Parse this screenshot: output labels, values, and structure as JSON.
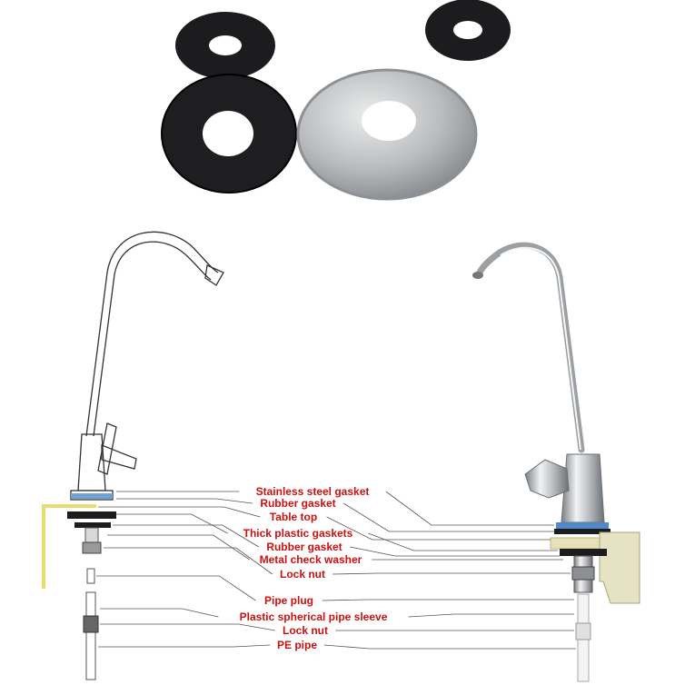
{
  "colors": {
    "label_text": "#cc1111",
    "leader_line": "#555555",
    "rubber": "#1c1c1e",
    "steel": "#b4b6b8",
    "table_top": "#e8dc70",
    "bracket": "#e6e2c4"
  },
  "labels": [
    "Stainless steel gasket",
    "Rubber gasket",
    "Table top",
    "Thick plastic gaskets",
    "Rubber gasket",
    "Metal check washer",
    "Lock nut",
    "Pipe plug",
    "Plastic spherical pipe sleeve",
    "Lock nut",
    "PE pipe"
  ]
}
